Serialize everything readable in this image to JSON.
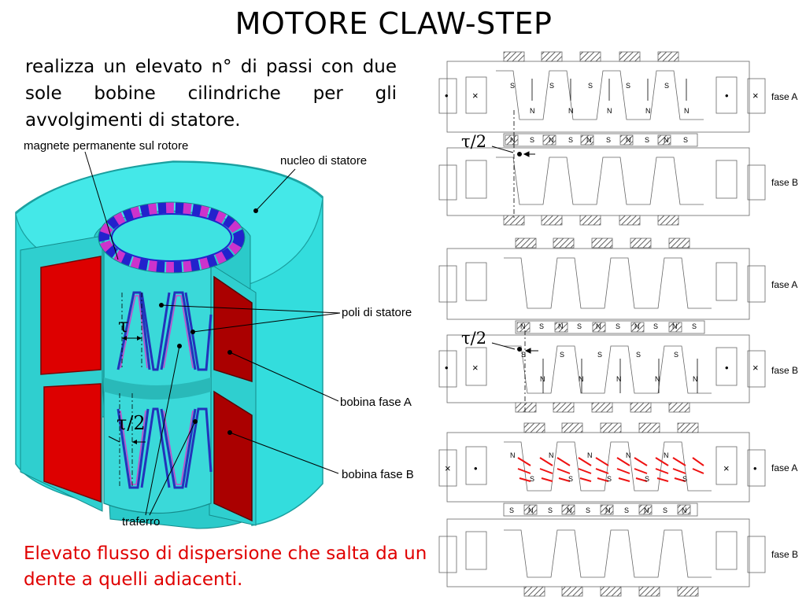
{
  "title": "MOTORE CLAW-STEP",
  "intro": "realizza un elevato n° di passi con due sole bobine cilindriche per gli avvolgimenti di statore.",
  "labels": {
    "magnet": "magnete permanente sul rotore",
    "core": "nucleo di statore",
    "poles": "poli di statore",
    "coil_a": "bobina fase A",
    "coil_b": "bobina fase B",
    "airgap": "traferro",
    "tau": "τ",
    "tau_half": "τ/2"
  },
  "phases": {
    "a": "fase A",
    "b": "fase B"
  },
  "pole_letters": {
    "north": "N",
    "south": "S"
  },
  "coil_marks": {
    "dot": "•",
    "cross": "×"
  },
  "footer": "Elevato flusso di dispersione che salta da un dente a quelli adiacenti.",
  "colors": {
    "cyan": "#33dddd",
    "coil_red": "#dd0000",
    "arrow_red": "#ee1111",
    "magnet_blue": "#2222cc",
    "magnet_magenta": "#cc33cc"
  }
}
